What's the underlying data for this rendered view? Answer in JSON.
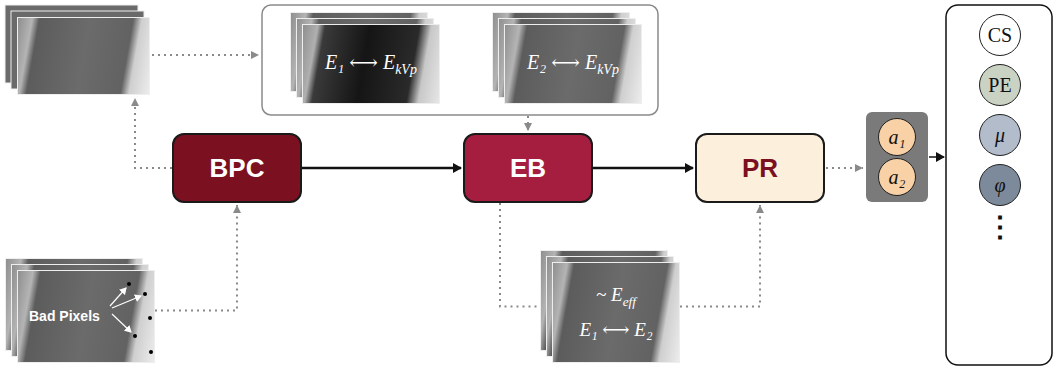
{
  "diagram": {
    "nodes": [
      {
        "text": [
          "E₁ ⟷ EkVp"
        ]
      },
      {
        "text": [
          "E₂ ⟷ EkVp"
        ]
      },
      {
        "text": [
          "BPC"
        ]
      },
      {
        "text": [
          "EB"
        ]
      },
      {
        "text": [
          "PR"
        ]
      },
      {
        "text": [
          "a₁"
        ]
      },
      {
        "text": [
          "a₂"
        ]
      },
      {
        "text": [
          "CS"
        ]
      },
      {
        "text": [
          "PE"
        ]
      },
      {
        "text": [
          "μ"
        ]
      },
      {
        "text": [
          "φ"
        ]
      },
      {
        "text": [
          "Bad Pixels"
        ]
      },
      {
        "text": [
          "~ Eeff",
          "E₁ ⟷ E₂"
        ]
      }
    ],
    "edges": [
      {
        "from": 11,
        "to": 2,
        "arrow": "to"
      },
      {
        "from": 2,
        "to": 3,
        "arrow": "to"
      },
      {
        "from": 3,
        "to": 4,
        "arrow": "to"
      },
      {
        "from": 3,
        "to": 12,
        "arrow": "to"
      },
      {
        "from": 12,
        "to": 4,
        "arrow": "to"
      }
    ],
    "labels": [
      "⋮"
    ]
  }
}
